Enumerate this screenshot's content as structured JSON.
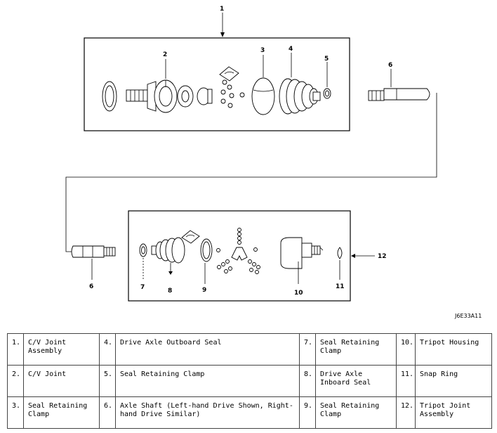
{
  "callouts": [
    "1",
    "2",
    "3",
    "4",
    "5",
    "6",
    "6",
    "7",
    "8",
    "9",
    "10",
    "11",
    "12"
  ],
  "figure_id": "J6E33A11",
  "legend": [
    [
      {
        "n": "1.",
        "t": "C/V Joint Assembly"
      },
      {
        "n": "4.",
        "t": "Drive Axle Outboard Seal"
      },
      {
        "n": "7.",
        "t": "Seal Retaining Clamp"
      },
      {
        "n": "10.",
        "t": "Tripot Housing"
      }
    ],
    [
      {
        "n": "2.",
        "t": "C/V Joint"
      },
      {
        "n": "5.",
        "t": "Seal Retaining Clamp"
      },
      {
        "n": "8.",
        "t": "Drive Axle Inboard Seal"
      },
      {
        "n": "11.",
        "t": "Snap Ring"
      }
    ],
    [
      {
        "n": "3.",
        "t": "Seal Retaining Clamp"
      },
      {
        "n": "6.",
        "t": "Axle Shaft (Left-hand Drive Shown, Right-hand Drive Similar)"
      },
      {
        "n": "9.",
        "t": "Seal Retaining Clamp"
      },
      {
        "n": "12.",
        "t": "Tripot Joint Assembly"
      }
    ]
  ]
}
